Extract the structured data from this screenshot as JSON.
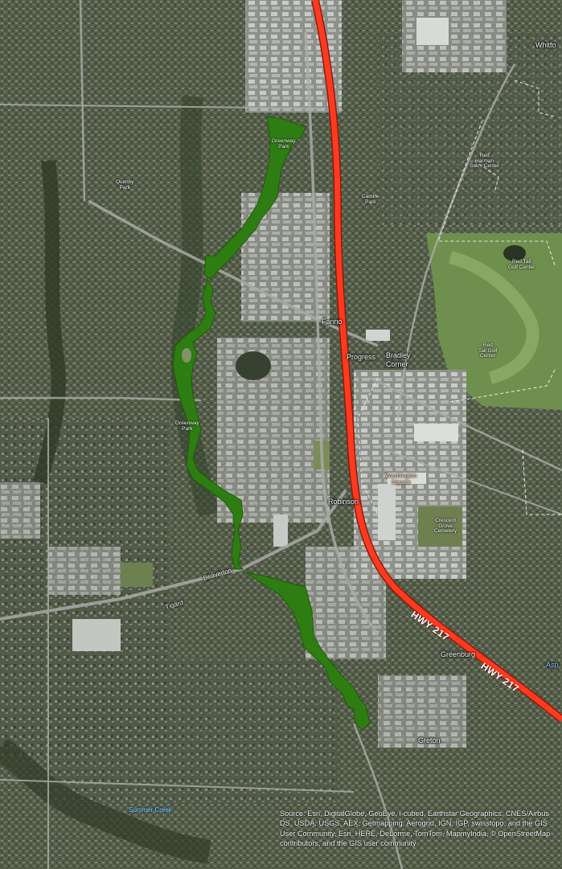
{
  "colors": {
    "highway": "#ff3a1f",
    "greenway": "#2e7d12",
    "greenway_outline": "#1e5a08",
    "terrain": "#4a5340",
    "residential": "#55604b",
    "commercial": "#a8aaa6",
    "golf": "#6f8f4e",
    "boundary": "#e8e8e8"
  },
  "places": {
    "whitford": "Whitfo",
    "fanno": "Fanno",
    "progress": "Progress",
    "bradley_corner": "Bradley\nCorner",
    "robinson": "Robinson",
    "greenburg": "Greenburg",
    "greton": "Greton",
    "asp": "Asp"
  },
  "parks": {
    "greenway_park_north": "Greenway\nPark",
    "greenway_park_south": "Greenway\nPark",
    "quimby_park": "Quimby\nPark",
    "camille_park": "Camille\nPark",
    "red_harman": "Red\nHarman\nSwim Center",
    "red_tail_golf_center_east": "Red Tail\nGolf Center",
    "red_tail_golf_center": "Red\nTail Golf\nCenter",
    "washington_square": "Washington\nSquare",
    "crescent_grove_cemetery": "Crescent\nGrove\nCemetery"
  },
  "water": {
    "summer_creek": "Summer Creek"
  },
  "streets": {
    "beaverton": "Beaverton",
    "tigard": "Tigard"
  },
  "highway": {
    "shield_1": "HWY 217",
    "shield_2": "HWY 217"
  },
  "attribution": "Source: Esri, DigitalGlobe, GeoEye, i-cubed, Earthstar Geographics, CNES/Airbus DS, USDA, USGS, AEX, Getmapping, Aerogrid, IGN, IGP, swisstopo, and the GIS User Community, Esri, HERE, DeLorme, TomTom, MapmyIndia, © OpenStreetMap contributors, and the GIS user community"
}
